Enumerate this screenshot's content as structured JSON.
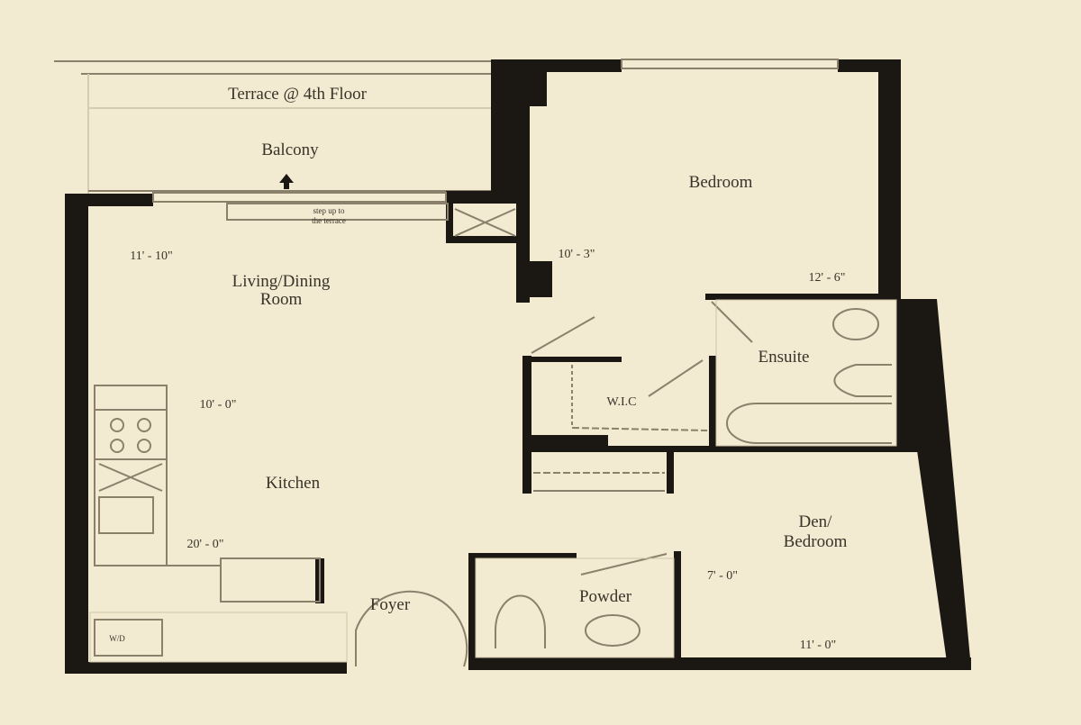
{
  "plan": {
    "colors": {
      "background": "#f3ead2",
      "wall": "#1b1713",
      "text": "#3a3328"
    },
    "rooms": {
      "terrace": "Terrace @ 4th Floor",
      "balcony": "Balcony",
      "step_note_1": "step up to",
      "step_note_2": "the terrace",
      "living_1": "Living/Dining",
      "living_2": "Room",
      "bedroom": "Bedroom",
      "ensuite": "Ensuite",
      "wic": "W.I.C",
      "kitchen": "Kitchen",
      "den_1": "Den/",
      "den_2": "Bedroom",
      "powder": "Powder",
      "foyer": "Foyer",
      "wd": "W/D"
    },
    "dimensions": {
      "living_width": "11' - 10\"",
      "bedroom_width": "10' - 3\"",
      "bedroom_length": "12' - 6\"",
      "kitchen_width": "10' - 0\"",
      "living_length": "20' - 0\"",
      "den_width": "7' - 0\"",
      "den_length": "11' - 0\""
    }
  }
}
